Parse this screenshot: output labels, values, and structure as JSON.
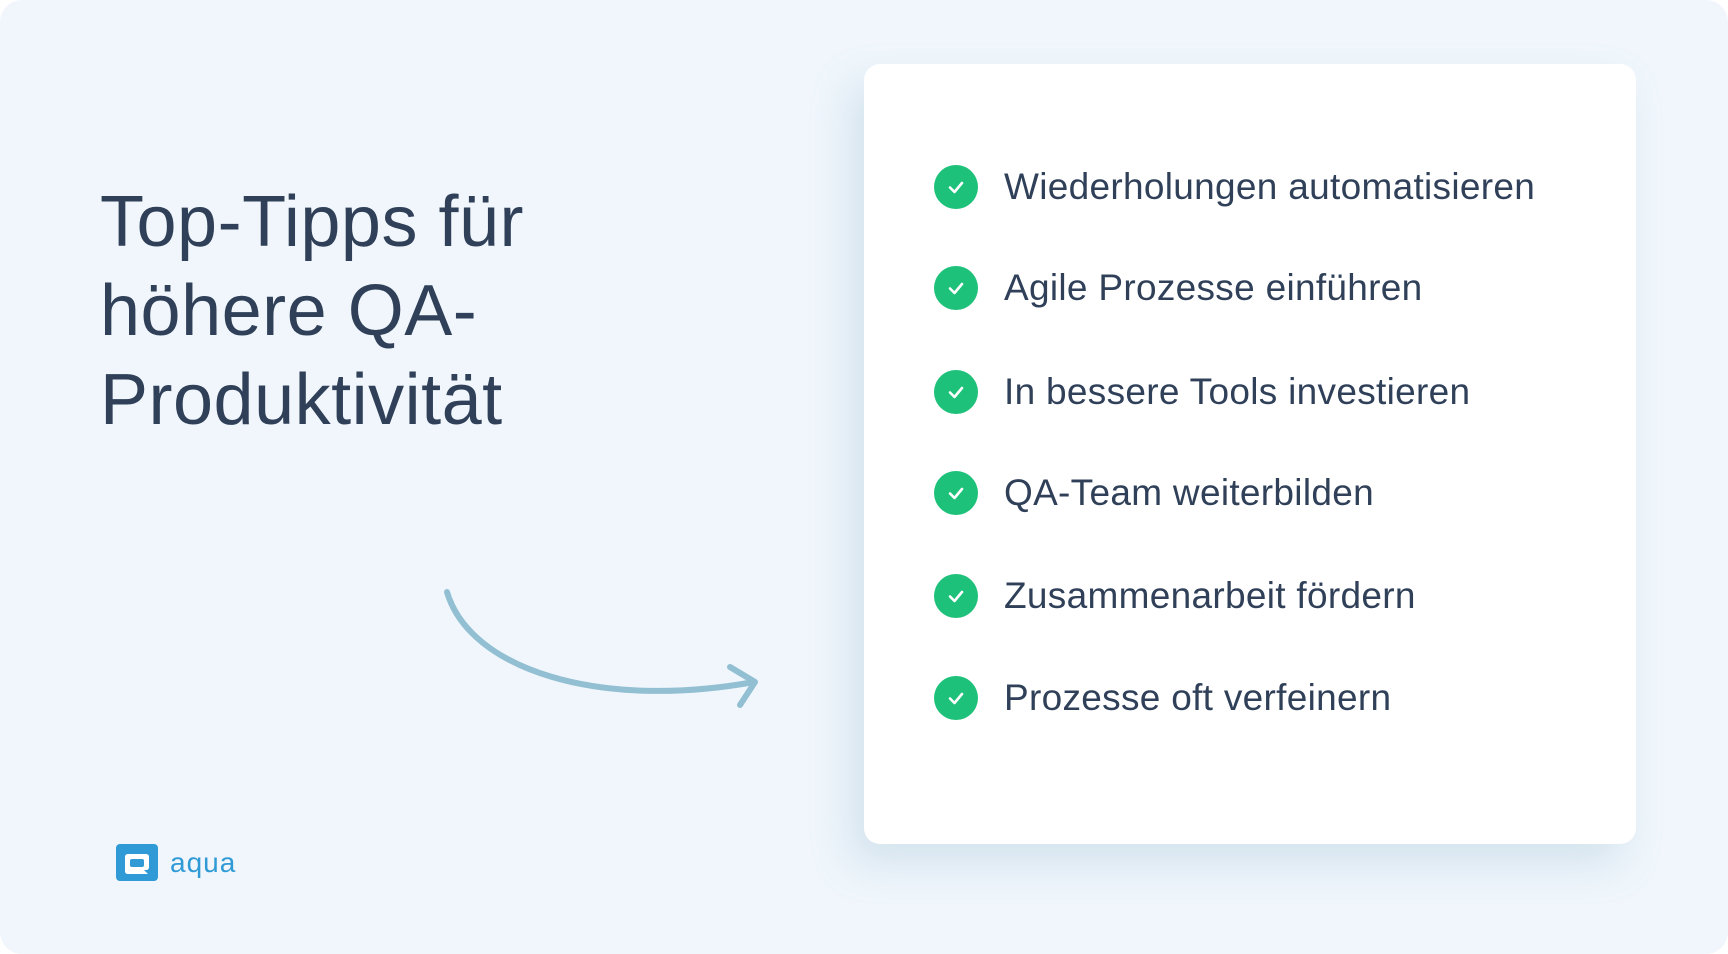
{
  "title": {
    "lines": [
      "Top-Tipps für",
      "höhere QA-",
      "Produktivität"
    ]
  },
  "tips": [
    {
      "label": "Wiederholungen automatisieren",
      "icon": "check-circle-icon"
    },
    {
      "label": "Agile Prozesse einführen",
      "icon": "check-circle-icon"
    },
    {
      "label": "In bessere Tools investieren",
      "icon": "check-circle-icon"
    },
    {
      "label": "QA-Team weiterbilden",
      "icon": "check-circle-icon"
    },
    {
      "label": "Zusammenarbeit fördern",
      "icon": "check-circle-icon"
    },
    {
      "label": "Prozesse oft verfeinern",
      "icon": "check-circle-icon"
    }
  ],
  "logo": {
    "text": "aqua",
    "icon": "aqua-logo-icon"
  },
  "colors": {
    "background": "#f0f6fc",
    "card": "#ffffff",
    "text": "#2f4058",
    "check": "#1dc17a",
    "arrow": "#93bfd3",
    "brand": "#2f9ad6"
  }
}
